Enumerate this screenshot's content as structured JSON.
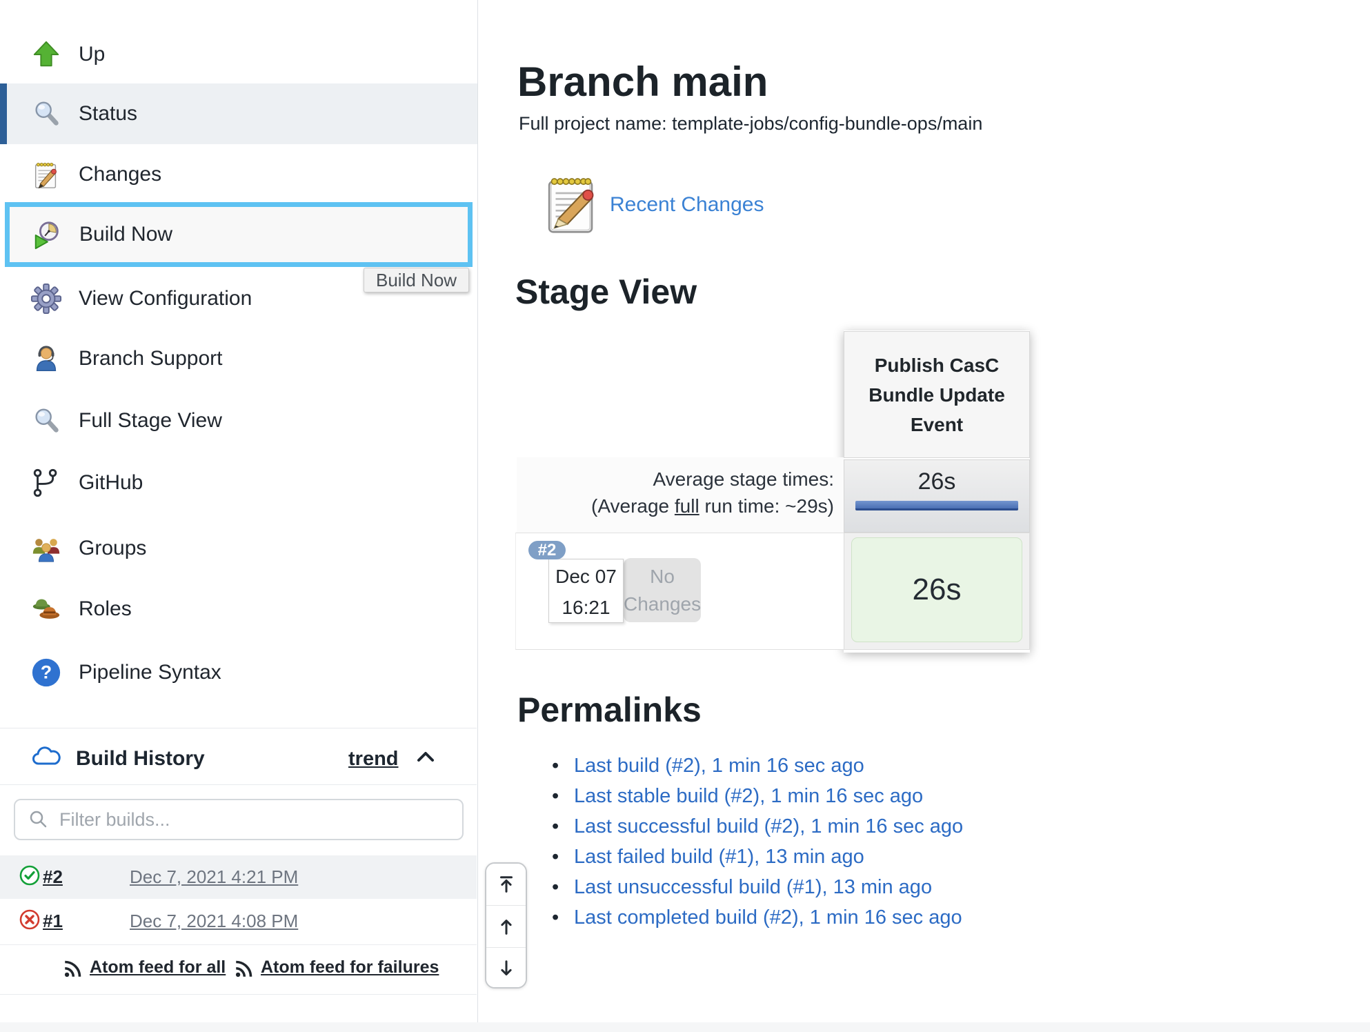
{
  "sidebar": {
    "items": [
      {
        "label": "Up",
        "icon": "up-arrow-icon"
      },
      {
        "label": "Status",
        "icon": "magnifier-icon",
        "state": "active"
      },
      {
        "label": "Changes",
        "icon": "notepad-icon"
      },
      {
        "label": "Build Now",
        "icon": "clock-play-icon",
        "state": "focused"
      },
      {
        "label": "View Configuration",
        "icon": "gear-icon"
      },
      {
        "label": "Branch Support",
        "icon": "person-headset-icon"
      },
      {
        "label": "Full Stage View",
        "icon": "magnifier-icon"
      },
      {
        "label": "GitHub",
        "icon": "git-branch-icon"
      },
      {
        "label": "Groups",
        "icon": "people-icon"
      },
      {
        "label": "Roles",
        "icon": "hats-icon"
      },
      {
        "label": "Pipeline Syntax",
        "icon": "question-circle-icon"
      }
    ],
    "tooltip": "Build Now",
    "build_history": {
      "title": "Build History",
      "trend_label": "trend",
      "filter_placeholder": "Filter builds...",
      "builds": [
        {
          "id": "#2",
          "status": "success",
          "date": "Dec 7, 2021 4:21 PM"
        },
        {
          "id": "#1",
          "status": "failed",
          "date": "Dec 7, 2021 4:08 PM"
        }
      ],
      "atom_all": "Atom feed for all",
      "atom_failures": "Atom feed for failures"
    }
  },
  "main": {
    "title": "Branch main",
    "full_project_name": "Full project name: template-jobs/config-bundle-ops/main",
    "recent_changes_label": "Recent Changes",
    "stage_view": {
      "heading": "Stage View",
      "stage_name": "Publish CasC Bundle Update Event",
      "avg_line1": "Average stage times:",
      "avg_line2_prefix": "(Average ",
      "avg_line2_underlined": "full",
      "avg_line2_suffix": " run time: ~29s)",
      "avg_stage_time": "26s",
      "build": {
        "badge": "#2",
        "date": "Dec 07 16:21",
        "changes": "No Changes",
        "stage_time": "26s"
      }
    },
    "permalinks": {
      "heading": "Permalinks",
      "items": [
        "Last build (#2), 1 min 16 sec ago",
        "Last stable build (#2), 1 min 16 sec ago",
        "Last successful build (#2), 1 min 16 sec ago",
        "Last failed build (#1), 13 min ago",
        "Last unsuccessful build (#1), 13 min ago",
        "Last completed build (#2), 1 min 16 sec ago"
      ]
    }
  },
  "colors": {
    "focus_outline": "#5ec2f2",
    "active_item_bar": "#2d5f97",
    "active_item_bg": "#edf0f3",
    "link_blue": "#2c6bc4",
    "recent_changes_blue": "#3b82d4",
    "success_green": "#13a038",
    "failure_red": "#d23b2e",
    "stage_success_bg": "#e9f5e5",
    "build_badge_blue": "#7f9fc6",
    "avg_bar_blue": "#4a70b4"
  }
}
